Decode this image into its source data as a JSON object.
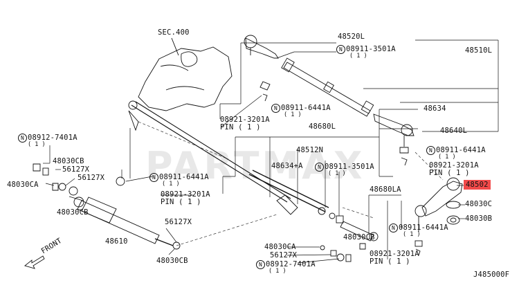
{
  "labels": {
    "sec400": "SEC.400",
    "p48520L": "48520L",
    "n08911_3501A_top": "08911-3501A",
    "n08911_3501A_top_qty": "( 1 )",
    "p48510L": "48510L",
    "n08911_6441A_a": "08911-6441A",
    "n08911_6441A_a_qty": "( 1 )",
    "p08921_3201A_a": "08921-3201A",
    "pin_a": "PIN ( 1 )",
    "p48634": "48634",
    "p48680L": "48680L",
    "p48640L": "48640L",
    "n08912_7401A_left": "08912-7401A",
    "n08912_7401A_left_qty": "( 1 )",
    "p48030CB_a": "48030CB",
    "p56127X_a": "56127X",
    "p56127X_b": "56127X",
    "p48030CA_a": "48030CA",
    "p48030CB_b": "48030CB",
    "p48512N": "48512N",
    "n08911_6441A_b": "08911-6441A",
    "n08911_6441A_b_qty": "( 1 )",
    "p08921_3201A_b": "08921-3201A",
    "pin_b": "PIN ( 1 )",
    "p48634A": "48634+A",
    "n08911_3501A_mid": "08911-3501A",
    "n08911_3501A_mid_qty": "( 1 )",
    "n08911_6441A_c": "08911-6441A",
    "n08911_6441A_c_qty": "( 1 )",
    "p08921_3201A_c": "08921-3201A",
    "pin_c": "PIN ( 1 )",
    "p48680LA": "48680LA",
    "p48502": "48502",
    "p48030C": "48030C",
    "p48030B": "48030B",
    "p56127X_c": "56127X",
    "p48610": "48610",
    "p48030CB_c": "48030CB",
    "p48030CB_d": "48030CB",
    "n08911_6441A_d": "08911-6441A",
    "n08911_6441A_d_qty": "( 1 )",
    "p08921_3201A_d": "08921-3201A",
    "pin_d": "PIN ( 1 )",
    "p48030CA_b": "48030CA",
    "p56127X_d": "56127X",
    "n08912_7401A_bot": "08912-7401A",
    "n08912_7401A_bot_qty": "( 1 )",
    "front": "FRONT",
    "code": "J485000F",
    "n_symbol": "N"
  },
  "watermark": "PARTMAX",
  "colors": {
    "highlight": "#f24a4a",
    "ink": "#111111"
  }
}
